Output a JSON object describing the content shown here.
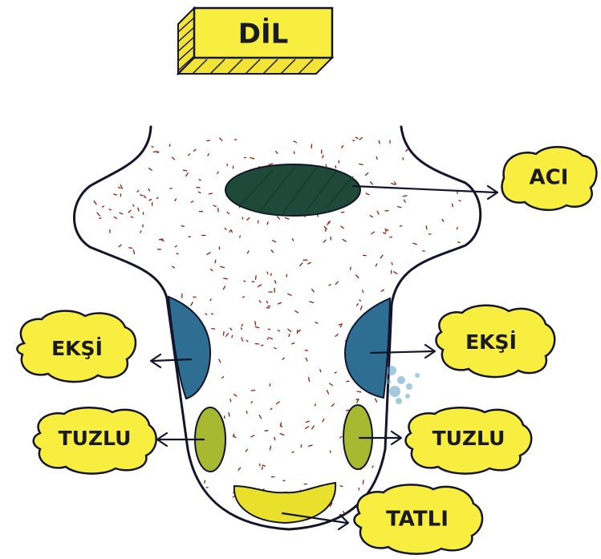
{
  "title": "DİL",
  "colors": {
    "outline": "#14142a",
    "bitter": "#1f4a3a",
    "sour": "#2f6e93",
    "salty": "#a6b930",
    "sweet": "#e8e02a",
    "highlight": "#f7ee3f",
    "papillae": "#8a1f10"
  },
  "labels": {
    "bitter": "ACI",
    "sour_left": "EKŞİ",
    "sour_right": "EKŞİ",
    "salty_left": "TUZLU",
    "salty_right": "TUZLU",
    "sweet": "TATLI"
  }
}
